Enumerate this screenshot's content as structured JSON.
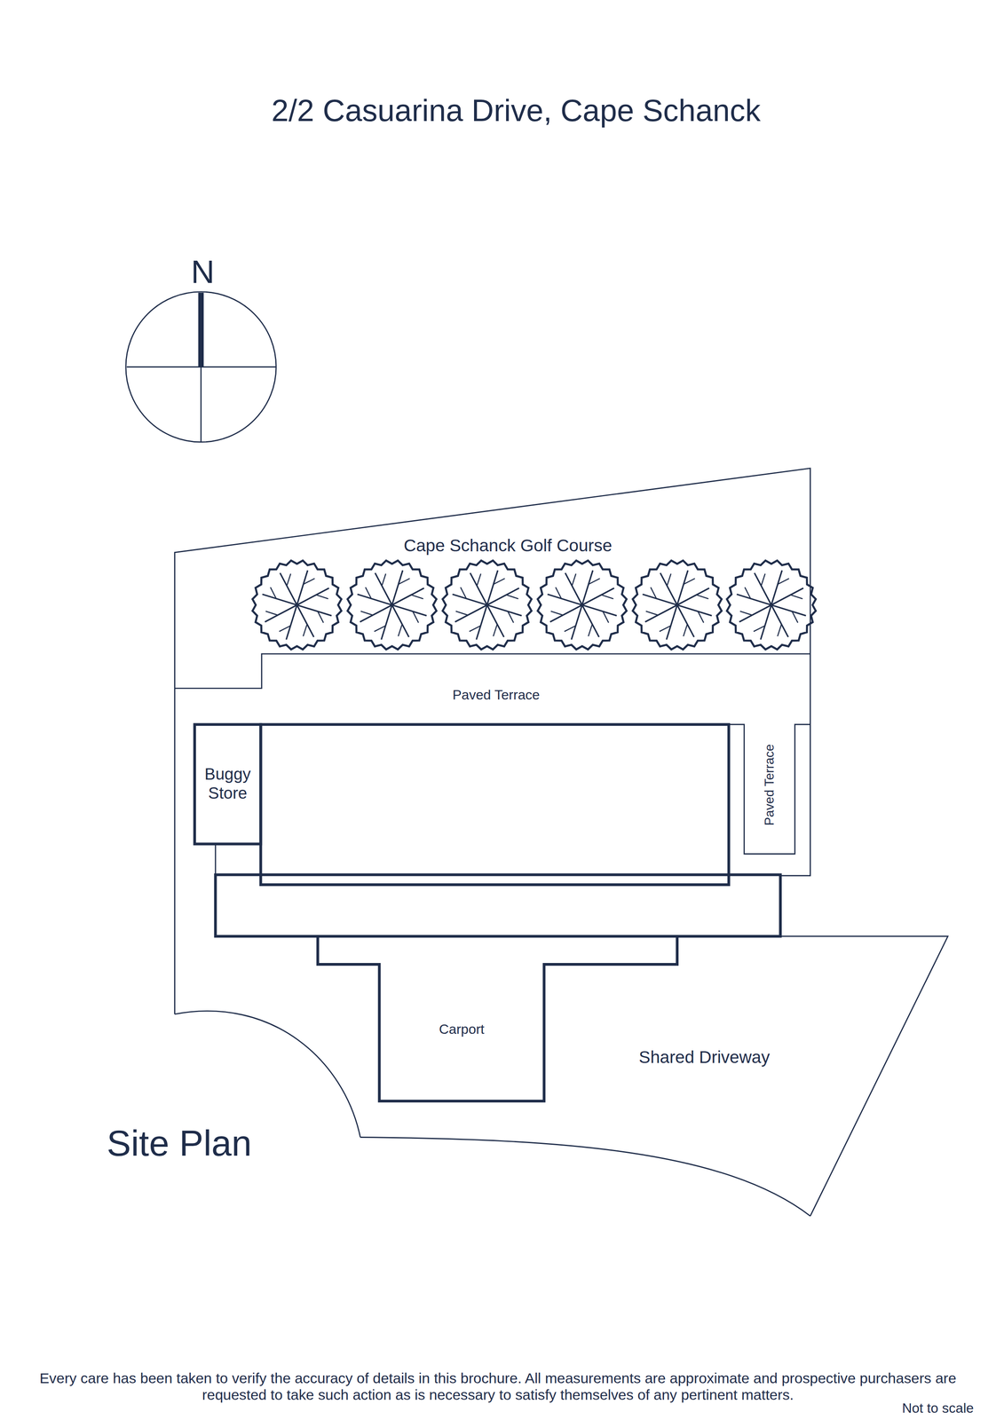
{
  "diagram": {
    "title": "2/2 Casuarina Drive, Cape Schanck",
    "nodes": [
      {
        "text": [
          "Buggy Store"
        ]
      },
      {
        "text": [
          "Carport"
        ]
      }
    ],
    "labels": [
      "N",
      "Cape Schanck Golf Course",
      "Paved Terrace",
      "Paved Terrace",
      "Shared Driveway",
      "Site Plan",
      "Every care has been taken to verify the accuracy of details in this brochure.  All measurements are approximate and prospective purchasers are requested to take such action as is necessary to satisfy themselves of any pertinent matters.",
      "Not to scale"
    ]
  }
}
